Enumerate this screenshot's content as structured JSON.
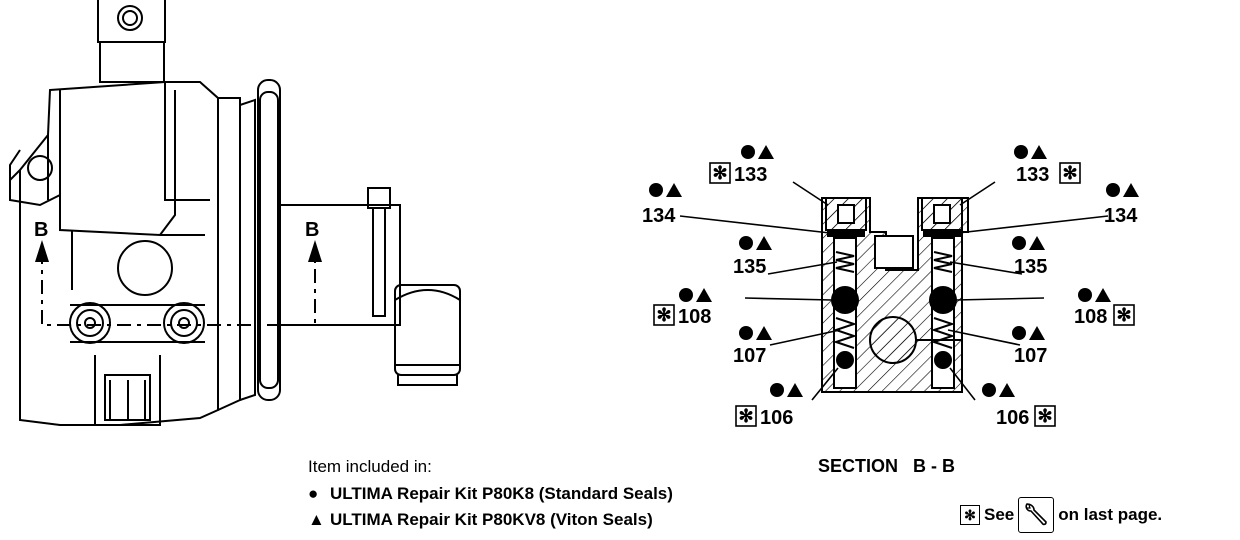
{
  "section_marker": "B",
  "section_title": "SECTION   B - B",
  "callouts": {
    "c133L": "133",
    "c133R": "133",
    "c134L": "134",
    "c134R": "134",
    "c135L": "135",
    "c135R": "135",
    "c108L": "108",
    "c108R": "108",
    "c107L": "107",
    "c107R": "107",
    "c106L": "106",
    "c106R": "106"
  },
  "legend": {
    "heading": "Item included in:",
    "kit_standard": "ULTIMA Repair Kit P80K8 (Standard Seals)",
    "kit_viton": "ULTIMA Repair Kit P80KV8 (Viton Seals)",
    "circle_symbol": "●",
    "triangle_symbol": "▲"
  },
  "note": {
    "see": "See",
    "suffix": "on last page.",
    "star": "✻"
  },
  "icons": [
    "wrench-icon",
    "asterisk-box-icon",
    "circle-marker-icon",
    "triangle-marker-icon"
  ]
}
